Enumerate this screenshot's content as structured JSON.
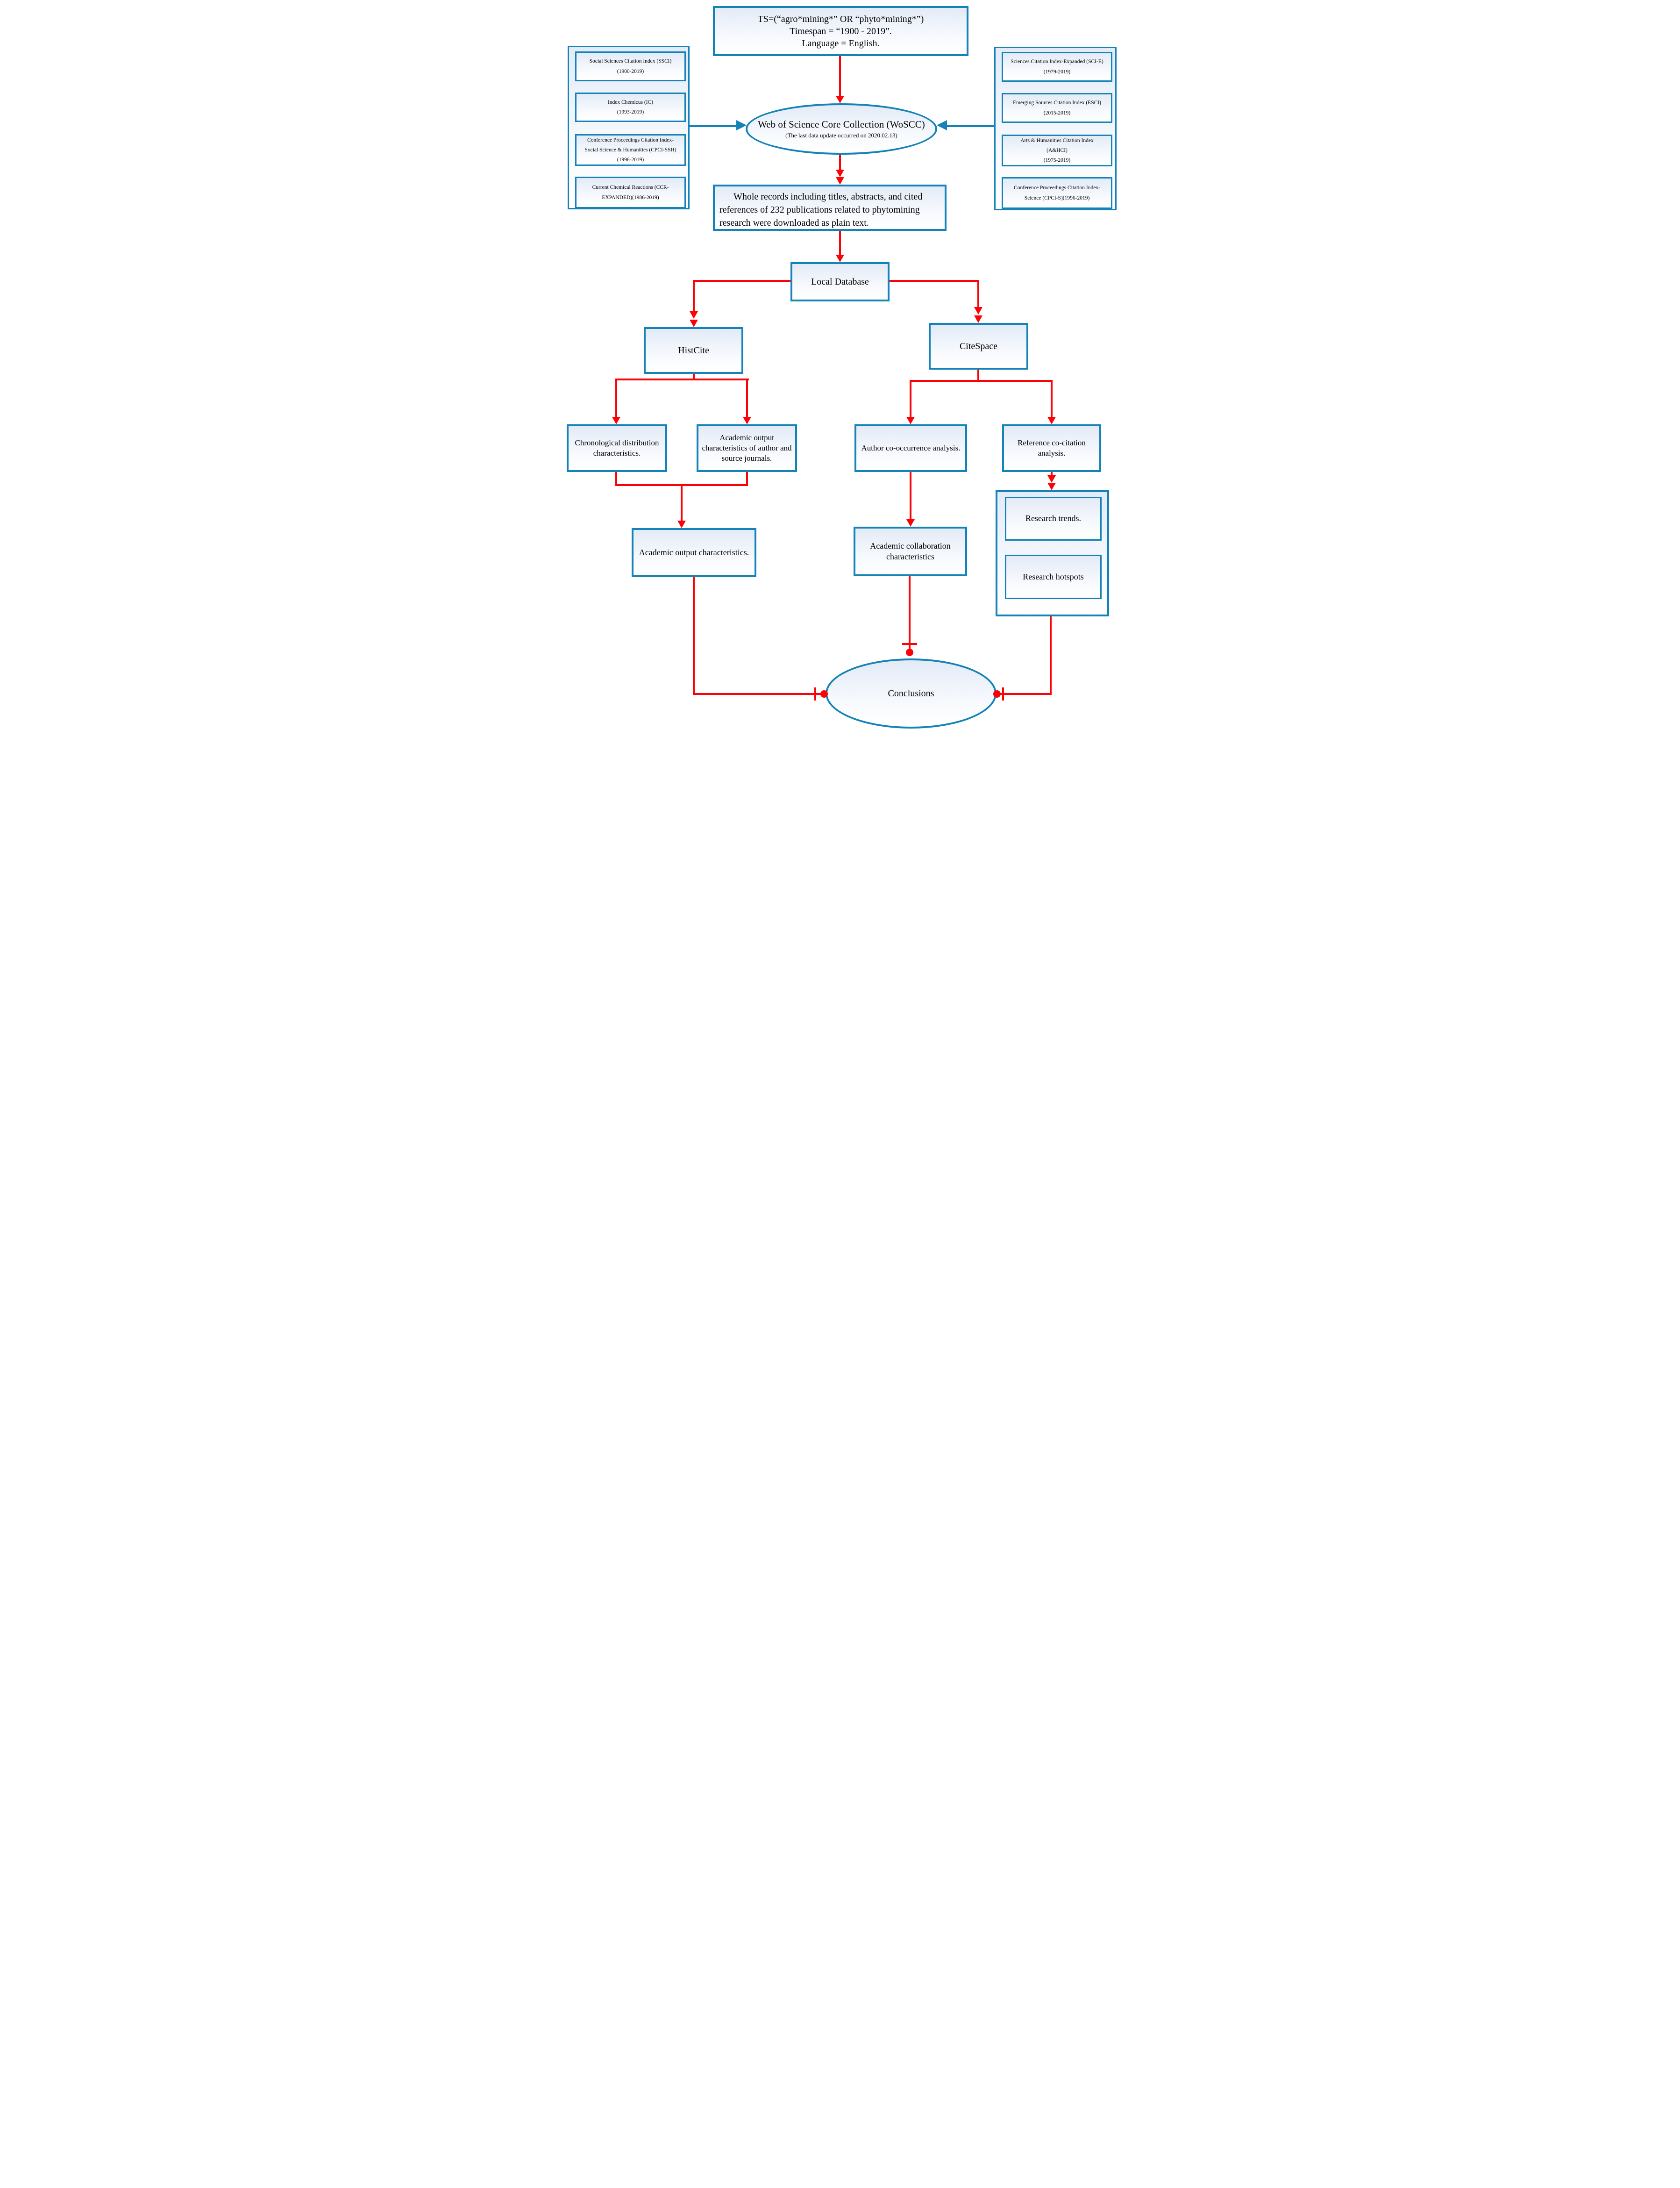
{
  "colors": {
    "accent_blue": "#1583b8",
    "accent_red": "#fb0306"
  },
  "query_box": {
    "lines": [
      "TS=(“agro*mining*” OR “phyto*mining*”)",
      "Timespan = “1900 - 2019”.",
      "Language = English."
    ]
  },
  "left_panel": {
    "boxes": [
      {
        "lines": [
          "Social Sciences Citation Index (SSCI)",
          "(1900-2019)"
        ]
      },
      {
        "lines": [
          "Index Chemicus (IC)",
          "(1993-2019)"
        ]
      },
      {
        "lines": [
          "Conference Proceedings Citation Index-",
          "Social Science & Humanities (CPCI-SSH)",
          "(1996-2019)"
        ]
      },
      {
        "lines": [
          "Current Chemical Reactions (CCR-",
          "EXPANDED)(1986-2019)"
        ]
      }
    ]
  },
  "right_panel": {
    "boxes": [
      {
        "lines": [
          "Sciences Citation Index-Expanded (SCI-E)",
          "(1979-2019)"
        ]
      },
      {
        "lines": [
          "Emerging Sources Citation Index (ESCI)",
          "(2015-2019)"
        ]
      },
      {
        "lines": [
          "Arts & Humanities Citation Index",
          "(A&HCI)",
          "(1975-2019)"
        ]
      },
      {
        "lines": [
          "Conference Proceedings Citation Index-",
          "Science (CPCI-S)(1996-2019)"
        ]
      }
    ]
  },
  "woscc": {
    "title": "Web of Science Core Collection (WoSCC)",
    "subtitle": "(The last data update occurred on 2020.02.13)"
  },
  "records_box": {
    "text": "Whole records including titles, abstracts, and cited references of 232 publications related to phytomining research were downloaded as plain text."
  },
  "local_database": {
    "label": "Local Database"
  },
  "tools": {
    "histcite": "HistCite",
    "citespace": "CiteSpace"
  },
  "histcite_branches": {
    "chronological": "Chronological distribution characteristics.",
    "author_journals": "Academic output characteristics of author and source journals."
  },
  "citespace_branches": {
    "author_cooccurrence": "Author co-occurrence analysis.",
    "reference_cocitation": "Reference co-citation analysis."
  },
  "outcomes": {
    "academic_output": "Academic output characteristics.",
    "academic_collaboration": "Academic collaboration characteristics",
    "research_trends": "Research trends.",
    "research_hotspots": "Research hotspots"
  },
  "conclusions": {
    "label": "Conclusions"
  }
}
